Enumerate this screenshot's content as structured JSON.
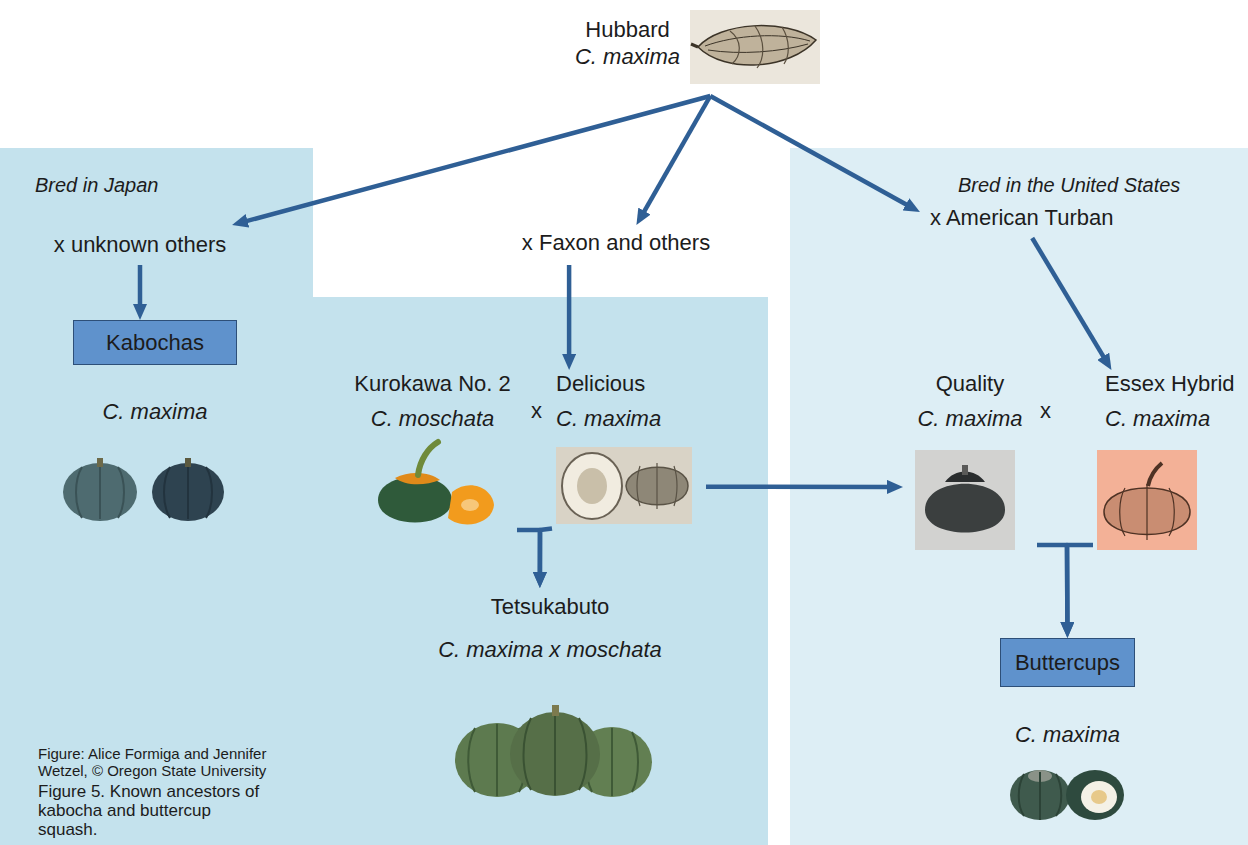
{
  "diagram": {
    "caption": "Figure 5. Known ancestors of kabocha and buttercup squash.",
    "nodes": [
      {
        "text": [
          "Hubbard",
          "C. maxima"
        ]
      },
      {
        "text": [
          "Bred in Japan"
        ]
      },
      {
        "text": [
          "x unknown others"
        ],
        "in": 1
      },
      {
        "text": [
          "Kabochas",
          "C. maxima"
        ],
        "in": 1
      },
      {
        "text": [
          "x Faxon and others"
        ]
      },
      {
        "text": [
          "Kurokawa No. 2",
          "C. moschata"
        ],
        "in": 1
      },
      {
        "text": [
          "Delicious",
          "C. maxima"
        ],
        "in": 1
      },
      {
        "text": [
          "Tetsukabuto",
          "C. maxima x moschata"
        ],
        "in": 1
      },
      {
        "text": [
          "Bred in the United States"
        ]
      },
      {
        "text": [
          "x American Turban"
        ],
        "in": 8
      },
      {
        "text": [
          "Quality",
          "C. maxima"
        ],
        "in": 8
      },
      {
        "text": [
          "Essex Hybrid",
          "C. maxima"
        ],
        "in": 8
      },
      {
        "text": [
          "Buttercups",
          "C. maxima"
        ],
        "in": 8
      }
    ],
    "edges": [
      {
        "from": 0,
        "to": 2,
        "arrow": "to"
      },
      {
        "from": 0,
        "to": 4,
        "arrow": "to"
      },
      {
        "from": 0,
        "to": 9,
        "arrow": "to"
      },
      {
        "from": 2,
        "to": 3,
        "arrow": "to"
      },
      {
        "from": 4,
        "to": 6,
        "arrow": "to"
      },
      {
        "from": 5,
        "to": 7,
        "arrow": "to"
      },
      {
        "from": 6,
        "to": 7,
        "arrow": "to"
      },
      {
        "from": 6,
        "to": 10,
        "arrow": "to"
      },
      {
        "from": 9,
        "to": 11,
        "arrow": "to"
      },
      {
        "from": 10,
        "to": 12,
        "arrow": "to"
      },
      {
        "from": 11,
        "to": 12,
        "arrow": "to"
      }
    ],
    "labels": [
      "x",
      "x",
      "Figure: Alice Formiga and Jennifer Wetzel, © Oregon State University"
    ]
  }
}
